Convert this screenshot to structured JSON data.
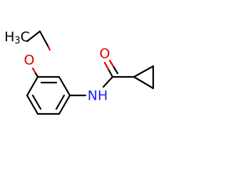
{
  "molecule": {
    "labels": {
      "ethyl_carbon": "H",
      "ethyl_carbon_h_count": "3",
      "ethyl_carbon_c": "C",
      "ether_oxygen": "O",
      "carbonyl_oxygen": "O",
      "amide_nitrogen": "NH"
    },
    "colors": {
      "carbon_bond": "#000000",
      "oxygen": "#e00000",
      "nitrogen": "#2020ff"
    }
  }
}
